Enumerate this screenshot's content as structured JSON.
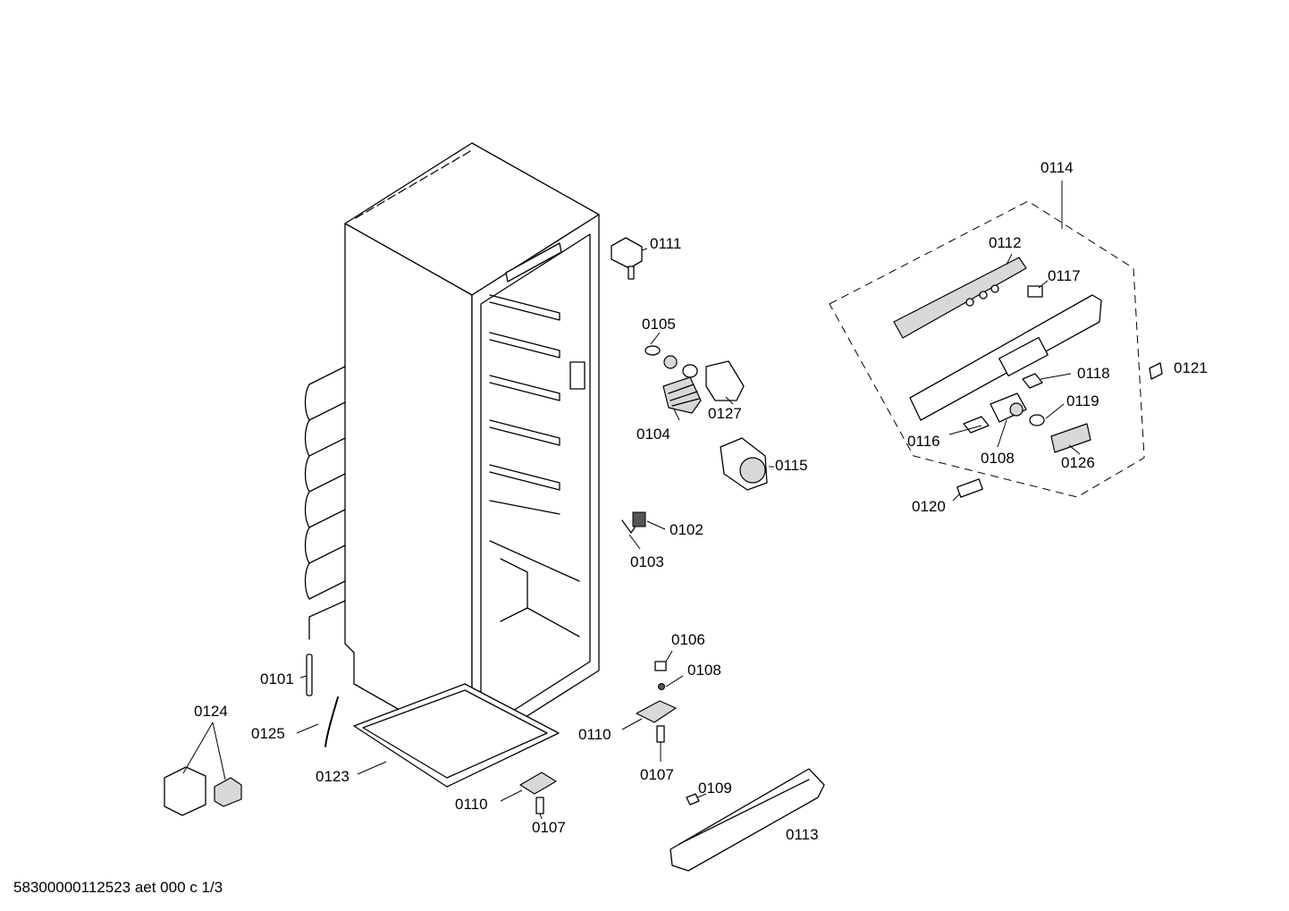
{
  "labels": {
    "p0111": "0111",
    "p0105": "0105",
    "p0104": "0104",
    "p0127": "0127",
    "p0115": "0115",
    "p0102": "0102",
    "p0103": "0103",
    "p0106": "0106",
    "p0108a": "0108",
    "p0110a": "0110",
    "p0107a": "0107",
    "p0109": "0109",
    "p0113": "0113",
    "p0110b": "0110",
    "p0107b": "0107",
    "p0123": "0123",
    "p0125": "0125",
    "p0101": "0101",
    "p0124": "0124",
    "p0114": "0114",
    "p0112": "0112",
    "p0117": "0117",
    "p0118": "0118",
    "p0119": "0119",
    "p0121": "0121",
    "p0116": "0116",
    "p0108b": "0108",
    "p0126": "0126",
    "p0120": "0120"
  },
  "footer": "58300000112523 aet 000 c 1/3"
}
